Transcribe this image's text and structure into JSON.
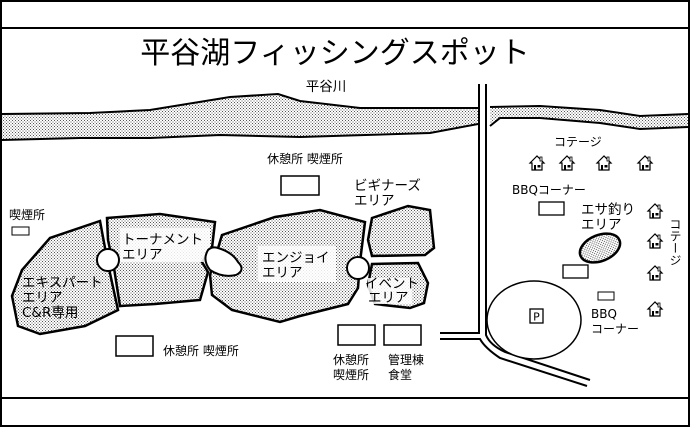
{
  "map": {
    "title": "平谷湖フィッシングスポット",
    "river_label": "平谷川",
    "colors": {
      "line": "#000000",
      "background": "#ffffff",
      "hatch": "#b8b8b8"
    },
    "labels": {
      "rest_smoking_top": "休憩所 喫煙所",
      "smoking_left": "喫煙所",
      "rest_smoking_bottom": "休憩所 喫煙所",
      "rest_line1": "休憩所",
      "rest_line2": "喫煙所",
      "office_line1": "管理棟",
      "office_line2": "食堂",
      "cottage_top": "コテージ",
      "cottage_right": "コテージ",
      "bbq_top": "BBQコーナー",
      "bbq_bottom_line1": "BBQ",
      "bbq_bottom_line2": "コーナー",
      "parking": "P"
    },
    "areas": {
      "expert": {
        "line1": "エキスパート",
        "line2": "エリア",
        "line3": "C&R専用"
      },
      "tournament": {
        "line1": "トーナメント",
        "line2": "エリア"
      },
      "enjoy": {
        "line1": "エンジョイ",
        "line2": "エリア"
      },
      "beginners": {
        "line1": "ビギナーズ",
        "line2": "エリア"
      },
      "event": {
        "line1": "イベント",
        "line2": "エリア"
      },
      "bait": {
        "line1": "エサ釣り",
        "line2": "エリア"
      }
    },
    "icons": {
      "cottage": "house-icon",
      "parking": "parking-icon"
    }
  }
}
